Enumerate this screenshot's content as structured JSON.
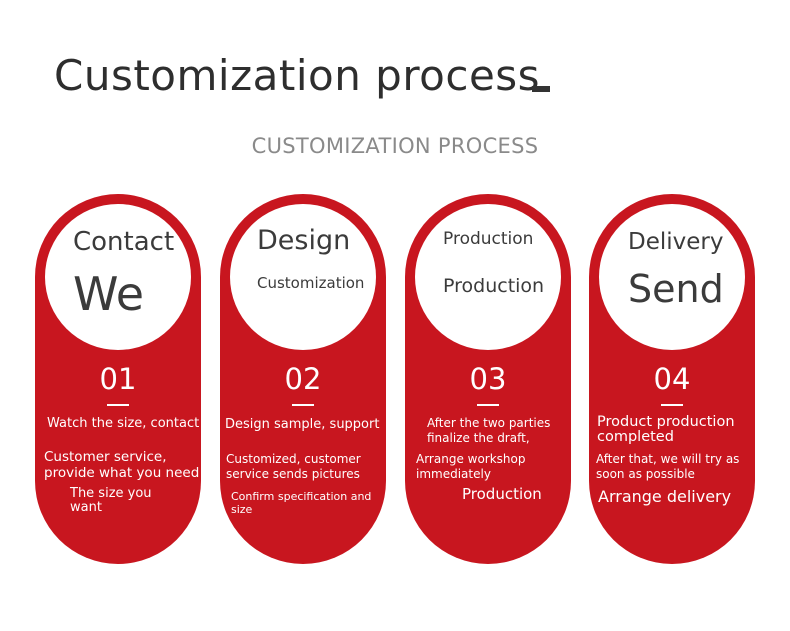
{
  "header": {
    "title": "Customization process",
    "subtitle": "CUSTOMIZATION PROCESS"
  },
  "steps": [
    {
      "circle_line1": "Contact",
      "circle_line2": "We",
      "number": "01",
      "text_a": "Watch the size, contact",
      "text_b": "Customer service, provide what you need",
      "text_c": "The size you want"
    },
    {
      "circle_line1": "Design",
      "circle_line2": "Customization",
      "number": "02",
      "text_a": "Design sample, support",
      "text_b": "Customized, customer service sends pictures",
      "text_c": "Confirm specification and size"
    },
    {
      "circle_line1": "Production",
      "circle_line2": "Production",
      "number": "03",
      "text_a": "After the two parties finalize the draft,",
      "text_b": "Arrange workshop immediately",
      "text_c": "Production"
    },
    {
      "circle_line1": "Delivery",
      "circle_line2": "Send",
      "number": "04",
      "text_a": "Product production completed",
      "text_b": "After that, we will try as soon as possible",
      "text_c": "Arrange delivery"
    }
  ],
  "colors": {
    "card_red": "#c8161f",
    "title_dark": "#2e2e2e",
    "subtitle_gray": "#8a8a8a"
  }
}
